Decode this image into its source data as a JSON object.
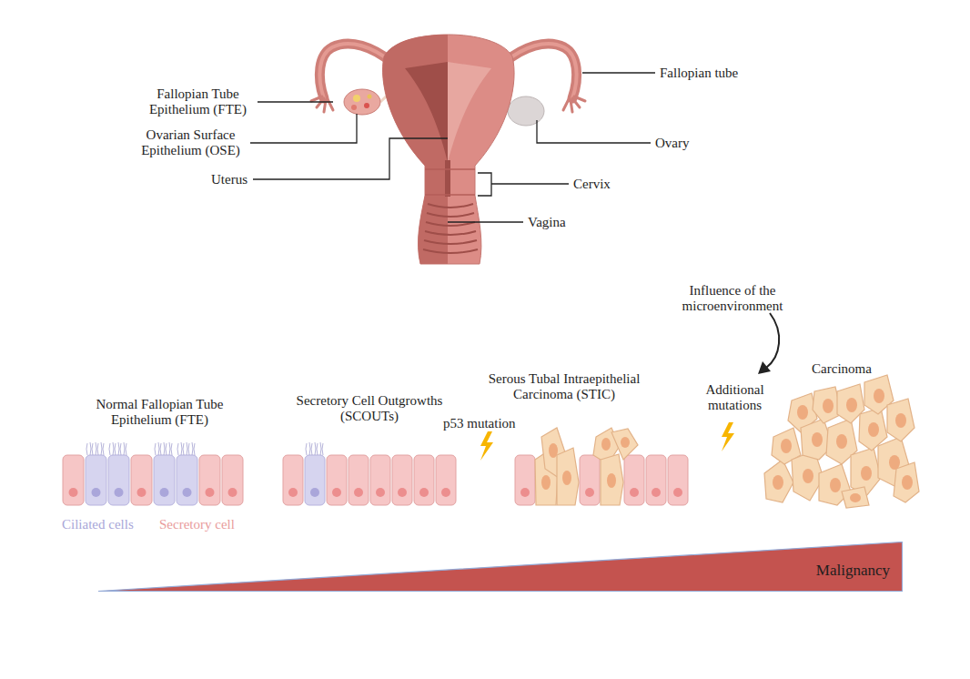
{
  "diagram": {
    "nodes": [
      {
        "text": [
          "Normal Fallopian Tube Epithelium (FTE)"
        ]
      },
      {
        "text": [
          "Secretory Cell Outgrowths (SCOUTs)"
        ]
      },
      {
        "text": [
          "Serous Tubal Intraepithelial Carcinoma (STIC)"
        ]
      },
      {
        "text": [
          "Carcinoma"
        ]
      },
      {
        "text": [
          "Malignancy"
        ]
      }
    ],
    "labels": [
      "Fallopian Tube Epithelium (FTE)",
      "Ovarian Surface Epithelium (OSE)",
      "Uterus",
      "Fallopian tube",
      "Ovary",
      "Cervix",
      "Vagina",
      "p53 mutation",
      "Influence of the microenvironment",
      "Additional mutations",
      "Ciliated cells",
      "Secretory cell"
    ]
  }
}
